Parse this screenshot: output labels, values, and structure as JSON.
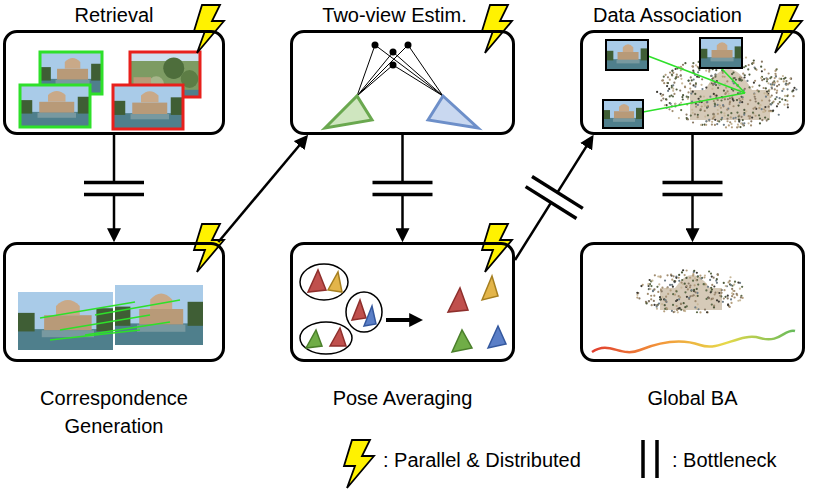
{
  "diagram": {
    "nodes": [
      {
        "text": [
          "Retrieval"
        ]
      },
      {
        "text": [
          "Two-view Estim."
        ]
      },
      {
        "text": [
          "Data Association"
        ]
      },
      {
        "text": [
          "Correspondence Generation"
        ]
      },
      {
        "text": [
          "Pose Averaging"
        ]
      },
      {
        "text": [
          "Global BA"
        ]
      }
    ],
    "edges": [
      {
        "from": 0,
        "to": 3,
        "arrow": "to"
      },
      {
        "from": 3,
        "to": 1,
        "arrow": "to"
      },
      {
        "from": 1,
        "to": 4,
        "arrow": "to"
      },
      {
        "from": 4,
        "to": 2,
        "arrow": "to"
      },
      {
        "from": 2,
        "to": 5,
        "arrow": "to"
      }
    ],
    "legend": [
      {
        "text": ": Parallel & Distributed"
      },
      {
        "text": ": Bottleneck"
      }
    ]
  }
}
